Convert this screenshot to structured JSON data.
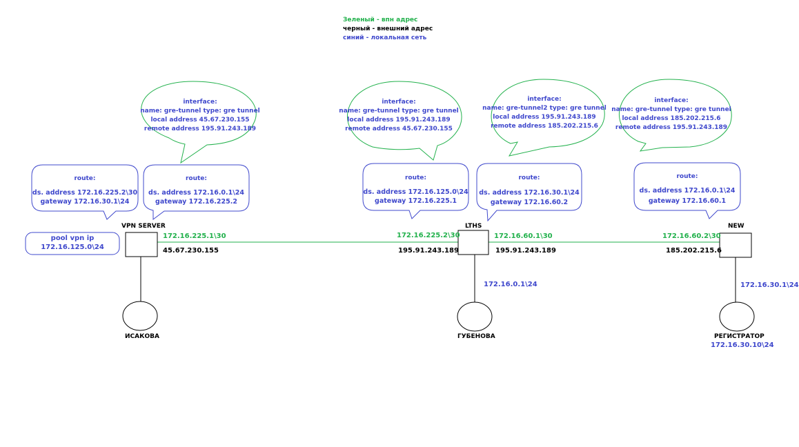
{
  "colors": {
    "vpn": "#22b14c",
    "external": "#000000",
    "local": "#3f48cc"
  },
  "legend": {
    "green": "Зеленый - впн адрес",
    "black": "черный - внешний адрес",
    "blue": "синий - локальная сеть"
  },
  "nodes": {
    "vpn_server": {
      "name": "VPN SERVER",
      "vpn_ip": "172.16.225.1\\30",
      "ext_ip": "45.67.230.155",
      "pool_title": "pool vpn ip",
      "pool_value": "172.16.125.0\\24",
      "client": "ИСАКОВА",
      "route1": {
        "title": "route:",
        "line1": "ds. address 172.16.225.2\\30",
        "line2": "gateway  172.16.30.1\\24"
      },
      "route2": {
        "title": "route:",
        "line1": "ds. address 172.16.0.1\\24",
        "line2": "gateway 172.16.225.2"
      },
      "iface": {
        "title": "interface:",
        "line1": "name: gre-tunnel   type: gre tunnel",
        "line2": "local address     45.67.230.155",
        "line3": "remote address 195.91.243.189"
      }
    },
    "lths": {
      "name": "LTHS",
      "vpn_ip_left": "172.16.225.2\\30",
      "ext_ip_left": "195.91.243.189",
      "vpn_ip_right": "172.16.60.1\\30",
      "ext_ip_right": "195.91.243.189",
      "local_ip": "172.16.0.1\\24",
      "client": "ГУБЕНОВА",
      "route": {
        "title": "route:",
        "line1": "ds. address 172.16.125.0\\24",
        "line2": "gateway 172.16.225.1"
      },
      "iface1": {
        "title": "interface:",
        "line1": "name: gre-tunnel   type: gre tunnel",
        "line2": "local address 195.91.243.189",
        "line3": "remote address 45.67.230.155"
      },
      "route2": {
        "title": "route:",
        "line1": "ds. address 172.16.30.1\\24",
        "line2": "gateway  172.16.60.2"
      },
      "iface2": {
        "title": "interface:",
        "line1": "name: gre-tunnel2  type: gre tunnel",
        "line2": "local address 195.91.243.189",
        "line3": "remote address 185.202.215.6"
      }
    },
    "new": {
      "name": "NEW",
      "vpn_ip": "172.16.60.2\\30",
      "ext_ip": "185.202.215.6",
      "local_ip": "172.16.30.1\\24",
      "client": "РЕГИСТРАТОР",
      "client_ip": "172.16.30.10\\24",
      "route": {
        "title": "route:",
        "line1": "ds. address 172.16.0.1\\24",
        "line2": "gateway 172.16.60.1"
      },
      "iface": {
        "title": "interface:",
        "line1": "name: gre-tunnel   type: gre tunnel",
        "line2": "local address 185.202.215.6",
        "line3": "remote address 195.91.243.189"
      }
    }
  }
}
